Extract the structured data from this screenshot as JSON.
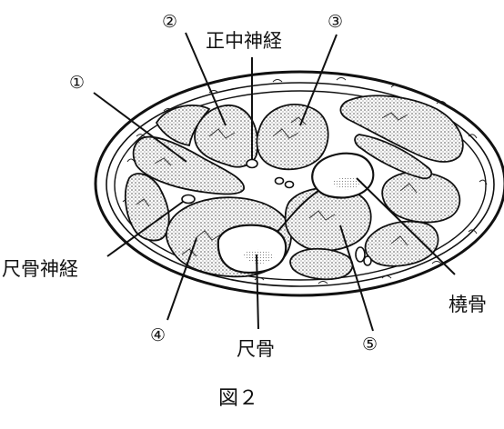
{
  "labels": {
    "median_nerve": "正中神経",
    "ulnar_nerve": "尺骨神経",
    "radius": "橈骨",
    "ulna": "尺骨"
  },
  "markers": {
    "m1": "①",
    "m2": "②",
    "m3": "③",
    "m4": "④",
    "m5": "⑤"
  },
  "caption": "図２"
}
